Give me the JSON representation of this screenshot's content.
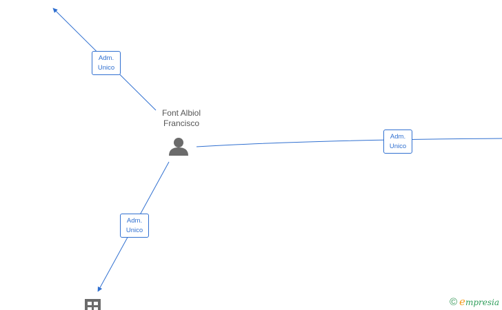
{
  "person": {
    "name_line1": "Font Albiol",
    "name_line2": "Francisco",
    "icon": "person-icon"
  },
  "edges": [
    {
      "id": "to-top-left",
      "label_line1": "Adm.",
      "label_line2": "Unico"
    },
    {
      "id": "to-right",
      "label_line1": "Adm.",
      "label_line2": "Unico"
    },
    {
      "id": "to-bottom-left",
      "label_line1": "Adm.",
      "label_line2": "Unico"
    }
  ],
  "nodes": [
    {
      "id": "company-bottom",
      "icon": "building-icon"
    }
  ],
  "watermark": {
    "copyright_symbol": "©",
    "brand_initial": "e",
    "brand_rest": "mpresia"
  },
  "colors": {
    "edge": "#2f6fd0",
    "icon": "#6b6b6b",
    "brand_orange": "#f29b1e",
    "brand_green": "#2f9e5b"
  }
}
